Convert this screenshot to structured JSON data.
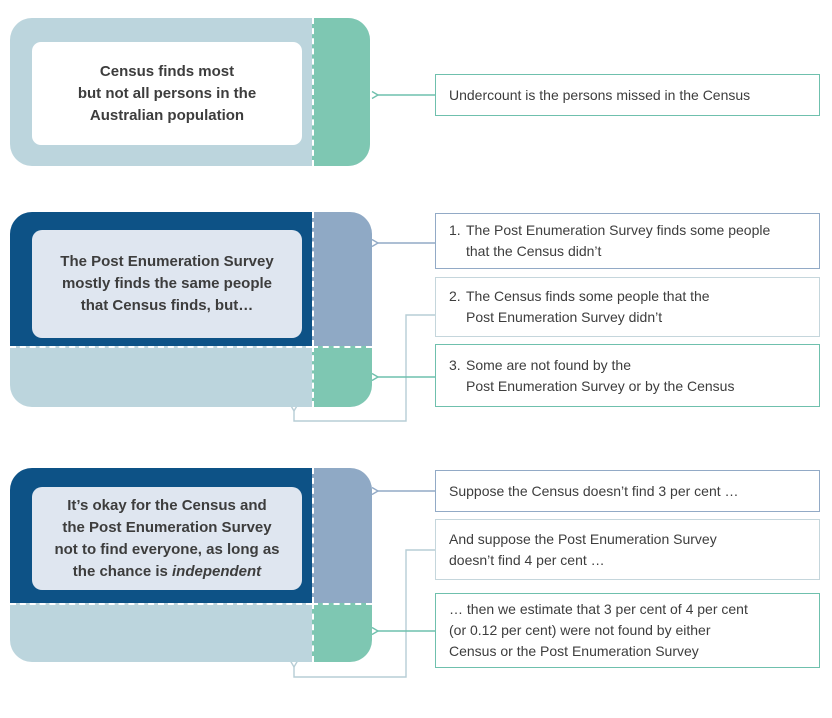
{
  "palette": {
    "light_blue": "#bcd5dd",
    "navy": "#0d5286",
    "steel": "#8fa9c5",
    "teal": "#7ec7b2",
    "inner_light": "#dfe6f0",
    "text": "#3d3d3d",
    "line_teal": "#6fc0ad",
    "line_steel": "#92aac6",
    "line_light": "#b7cdd5",
    "border_pale": "#c5d6dc"
  },
  "rows": [
    {
      "block": {
        "lines": [
          "Census finds most",
          "but not all persons in the",
          "Australian population"
        ]
      },
      "notes": [
        {
          "lines": [
            "Undercount is the persons missed in the Census"
          ]
        }
      ]
    },
    {
      "block": {
        "lines": [
          "The Post Enumeration Survey",
          "mostly finds the same people",
          "that Census finds, but…"
        ]
      },
      "notes": [
        {
          "num": "1.",
          "lines": [
            "The Post Enumeration Survey finds some people",
            "that the Census didn’t"
          ]
        },
        {
          "num": "2.",
          "lines": [
            "The Census finds some people that the",
            "Post Enumeration Survey didn’t"
          ]
        },
        {
          "num": "3.",
          "lines": [
            "Some are not found by the",
            "Post Enumeration Survey or by the Census"
          ]
        }
      ]
    },
    {
      "block": {
        "lines": [
          "It’s okay for the Census and",
          "the Post Enumeration Survey",
          "not to find everyone, as long as"
        ],
        "last_prefix": "the chance is ",
        "emphasis": "independent"
      },
      "notes": [
        {
          "lines": [
            "Suppose the Census doesn’t find 3 per cent …"
          ]
        },
        {
          "lines": [
            "And suppose the Post Enumeration Survey",
            "doesn’t find 4 per cent …"
          ]
        },
        {
          "lines": [
            "… then we estimate that 3 per cent of 4 per cent",
            "(or 0.12 per cent) were not found by either",
            "Census or the Post Enumeration Survey"
          ]
        }
      ]
    }
  ]
}
